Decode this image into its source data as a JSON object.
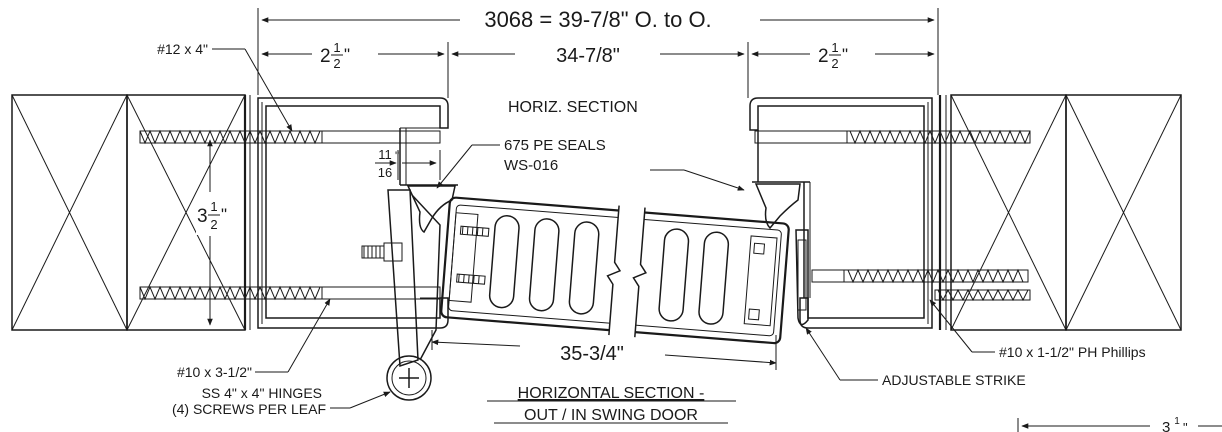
{
  "dimensions": {
    "overall": "3068 = 39-7/8\" O. to O.",
    "left_jamb_whole": "2",
    "left_jamb_num": "1",
    "left_jamb_den": "2",
    "left_jamb_unit": "\"",
    "opening": "34-7/8\"",
    "right_jamb_whole": "2",
    "right_jamb_num": "1",
    "right_jamb_den": "2",
    "right_jamb_unit": "\"",
    "wall_whole": "3",
    "wall_num": "1",
    "wall_den": "2",
    "wall_unit": "\"",
    "stop_num": "11",
    "stop_den": "16",
    "stop_unit": "\"",
    "door_width": "35-3/4\"",
    "corner_whole": "3",
    "corner_num": "1",
    "corner_unit": "\""
  },
  "labels": {
    "screw_top": "#12 x 4\"",
    "horiz_section": "HORIZ. SECTION",
    "seals_line1": "675 PE SEALS",
    "seals_line2": "WS-016",
    "screw_bottom": "#10 x 3-1/2\"",
    "hinges_line1": "SS 4\" x 4\" HINGES",
    "hinges_line2": "(4) SCREWS PER LEAF",
    "title_line1": "HORIZONTAL SECTION -",
    "title_line2": "OUT / IN SWING DOOR",
    "adjustable_strike": "ADJUSTABLE STRIKE",
    "strike_screw": "#10 x 1-1/2\" PH Phillips"
  },
  "colors": {
    "ink": "#1a1a1a"
  }
}
